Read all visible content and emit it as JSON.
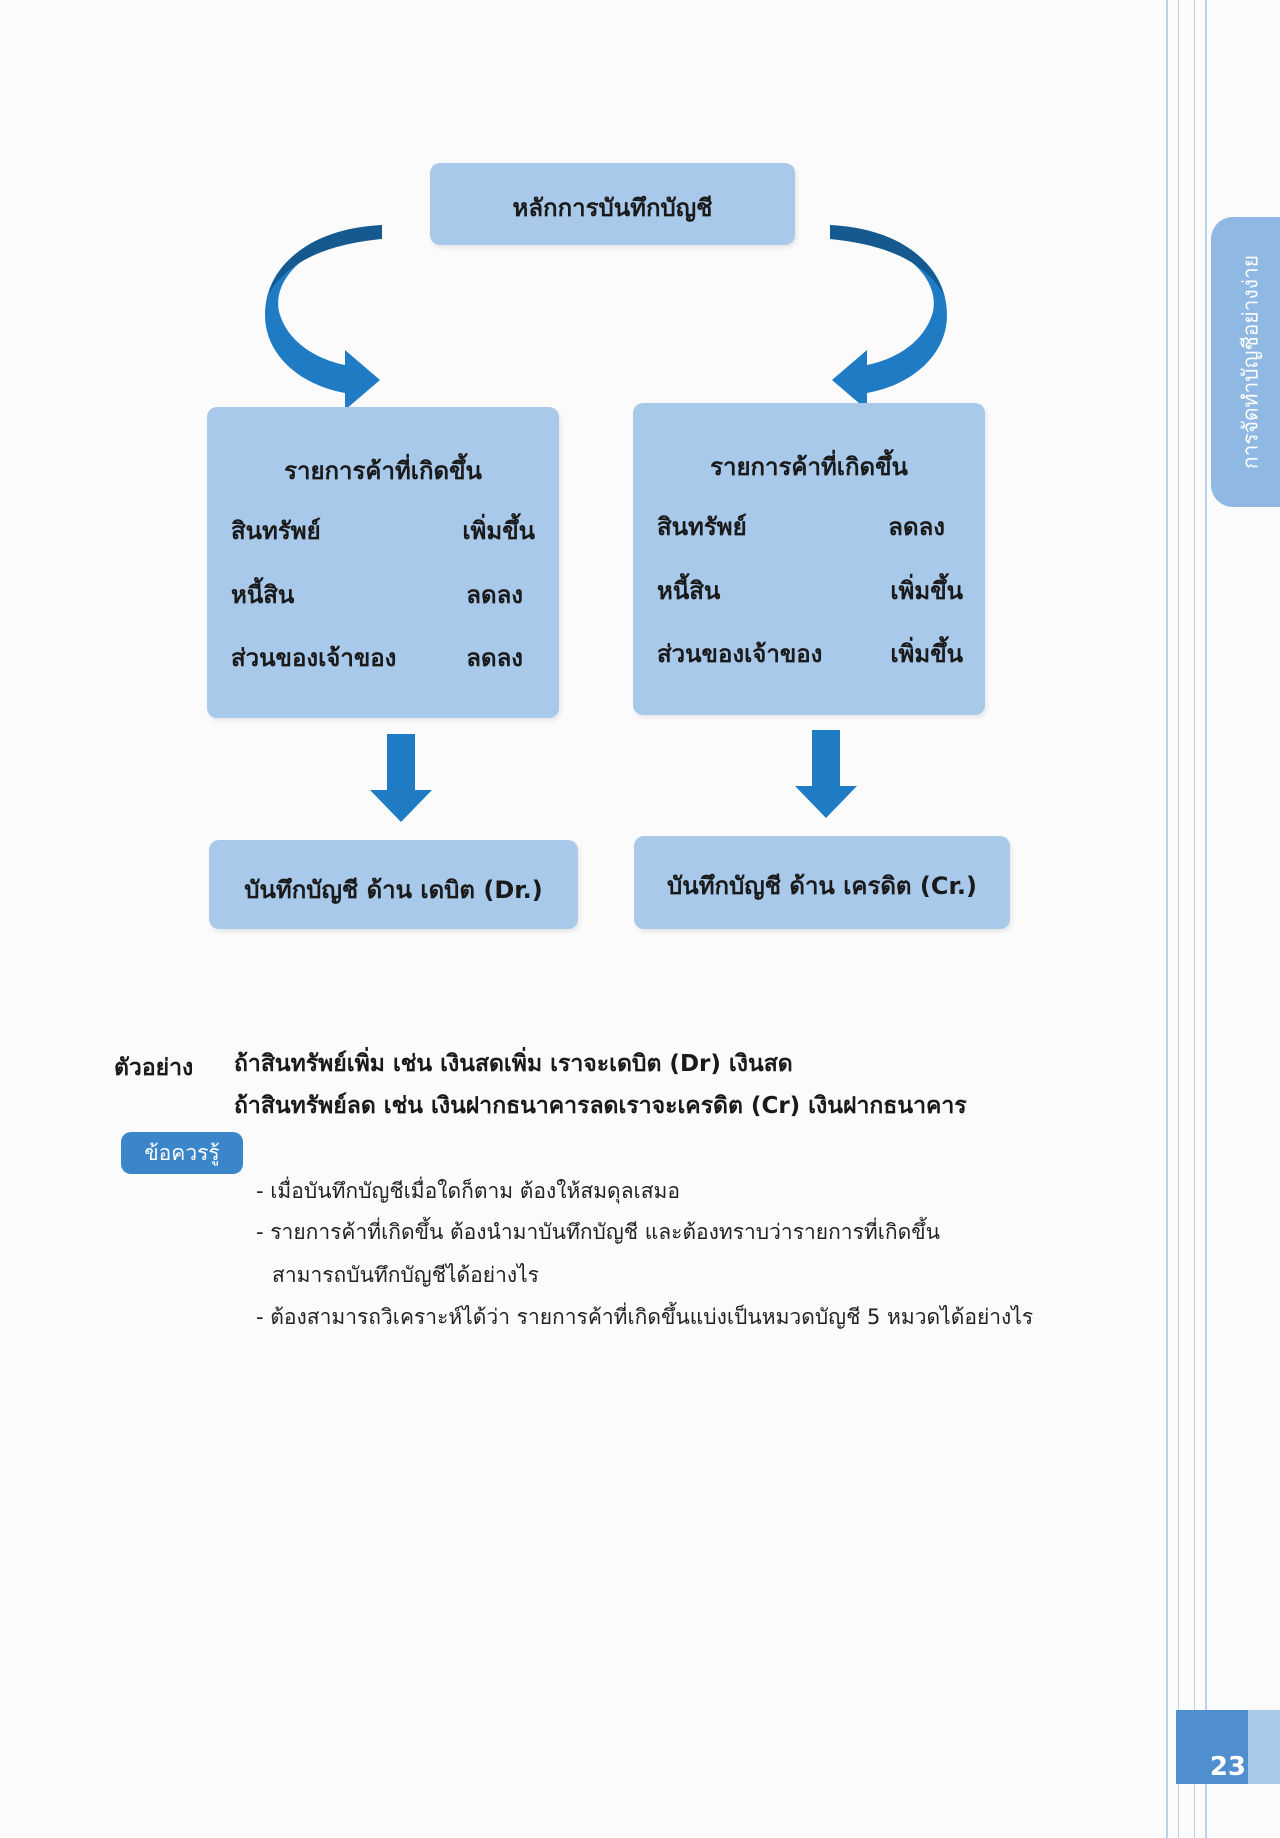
{
  "diagram": {
    "top_title": "หลักการบันทึกบัญชี",
    "left_box": {
      "title": "รายการค้าที่เกิดขึ้น",
      "rows": [
        {
          "label": "สินทรัพย์",
          "value": "เพิ่มขึ้น"
        },
        {
          "label": "หนี้สิน",
          "value": "ลดลง"
        },
        {
          "label": "ส่วนของเจ้าของ",
          "value": "ลดลง"
        }
      ]
    },
    "right_box": {
      "title": "รายการค้าที่เกิดขึ้น",
      "rows": [
        {
          "label": "สินทรัพย์",
          "value": "ลดลง"
        },
        {
          "label": "หนี้สิน",
          "value": "เพิ่มขึ้น"
        },
        {
          "label": "ส่วนของเจ้าของ",
          "value": "เพิ่มขึ้น"
        }
      ]
    },
    "left_result": "บันทึกบัญชี ด้าน เดบิต (Dr.)",
    "right_result": "บันทึกบัญชี ด้าน เครดิต (Cr.)"
  },
  "example": {
    "label": "ตัวอย่าง",
    "lines": [
      "ถ้าสินทรัพย์เพิ่ม เช่น เงินสดเพิ่ม เราจะเดบิต (Dr) เงินสด",
      "ถ้าสินทรัพย์ลด เช่น เงินฝากธนาคารลดเราจะเครดิต (Cr) เงินฝากธนาคาร"
    ]
  },
  "notes": {
    "badge": "ข้อควรรู้",
    "items": [
      "- เมื่อบันทึกบัญชีเมื่อใดก็ตาม ต้องให้สมดุลเสมอ",
      "- รายการค้าที่เกิดขึ้น ต้องนำมาบันทึกบัญชี และต้องทราบว่ารายการที่เกิดขึ้น",
      "สามารถบันทึกบัญชีได้อย่างไร",
      "- ต้องสามารถวิเคราะห์ได้ว่า รายการค้าที่เกิดขึ้นแบ่งเป็นหมวดบัญชี 5 หมวดได้อย่างไร"
    ]
  },
  "side_tab": "การจัดทำบัญชีอย่างง่าย",
  "page_number": "23",
  "colors": {
    "box": "#a9c9eb",
    "arrow": "#1f7cc4",
    "arrow_dark": "#14598f",
    "tab": "#8fb8e2"
  }
}
